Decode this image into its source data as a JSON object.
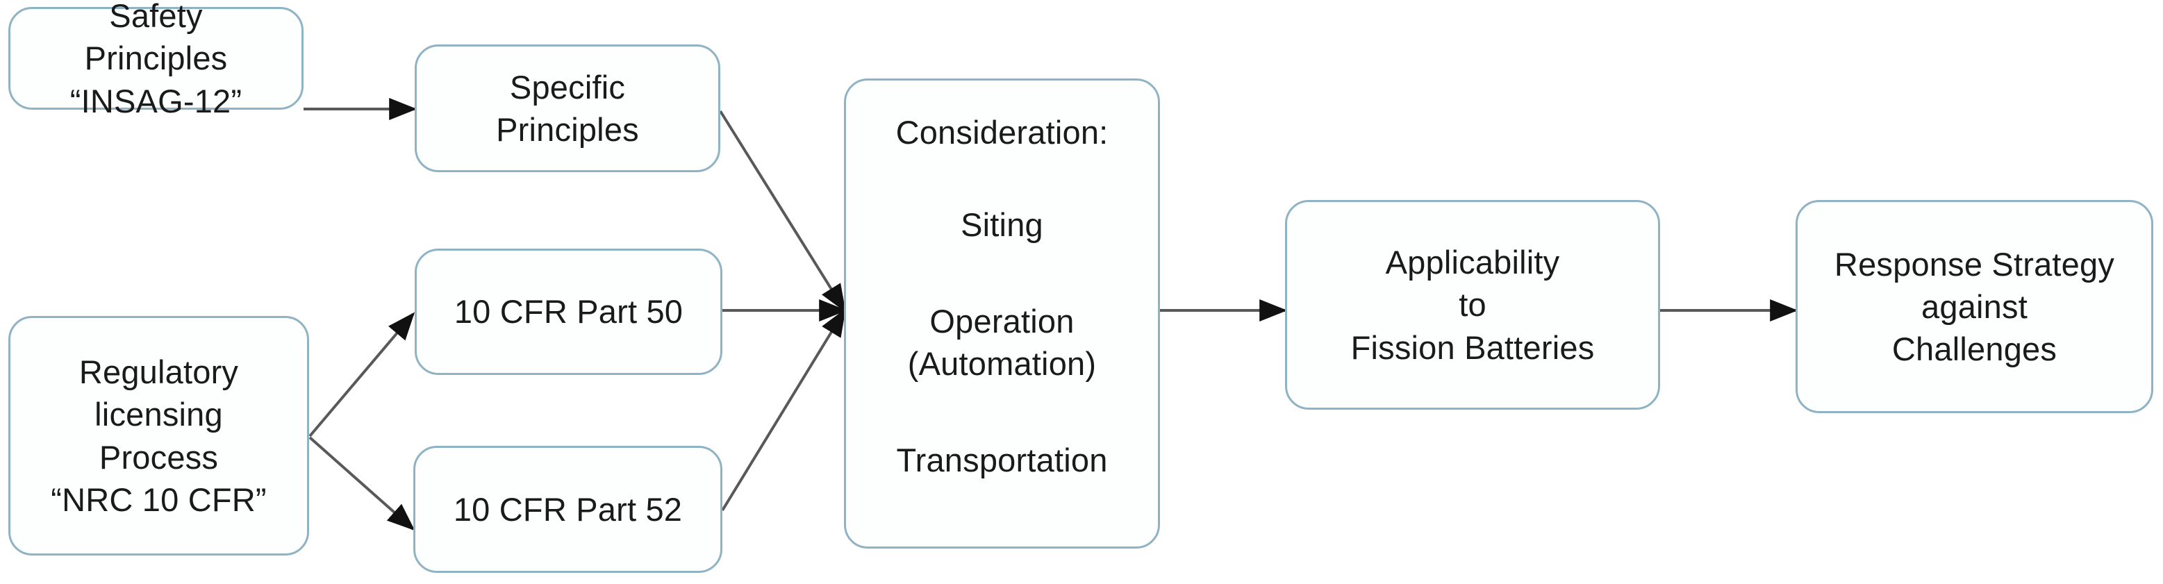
{
  "diagram": {
    "title": "Safety principles and regulatory licensing flow for fission batteries",
    "type": "flowchart",
    "direction": "left-to-right",
    "colors": {
      "node_border": "#8fb3c4",
      "node_fill": "#fdfefe",
      "edge_line": "#595959",
      "arrowhead": "#000000",
      "text": "#1a1a1a"
    },
    "nodes": [
      {
        "id": "safety-principles",
        "lines": [
          "Safety",
          "Principles",
          "“INSAG-12”"
        ]
      },
      {
        "id": "specific-principles",
        "lines": [
          "Specific",
          "Principles"
        ]
      },
      {
        "id": "regulatory-process",
        "lines": [
          "Regulatory",
          "licensing",
          "Process",
          "“NRC 10 CFR”"
        ]
      },
      {
        "id": "cfr-part-50",
        "lines": [
          "10 CFR Part 50"
        ]
      },
      {
        "id": "cfr-part-52",
        "lines": [
          "10 CFR Part 52"
        ]
      },
      {
        "id": "consideration",
        "lines": [
          "Consideration:",
          "Siting",
          "Operation",
          "(Automation)",
          "Transportation"
        ]
      },
      {
        "id": "applicability",
        "lines": [
          "Applicability",
          "to",
          "Fission Batteries"
        ]
      },
      {
        "id": "response-strategy",
        "lines": [
          "Response Strategy",
          "against",
          "Challenges"
        ]
      }
    ],
    "edges": [
      {
        "id": "e1",
        "from": "safety-principles",
        "to": "specific-principles",
        "style": "arrow"
      },
      {
        "id": "e2",
        "from": "regulatory-process",
        "to": "cfr-part-50",
        "style": "arrow"
      },
      {
        "id": "e3",
        "from": "regulatory-process",
        "to": "cfr-part-52",
        "style": "arrow"
      },
      {
        "id": "e4",
        "from": "specific-principles",
        "to": "consideration",
        "style": "arrow"
      },
      {
        "id": "e5",
        "from": "cfr-part-50",
        "to": "consideration",
        "style": "arrow"
      },
      {
        "id": "e6",
        "from": "cfr-part-52",
        "to": "consideration",
        "style": "arrow"
      },
      {
        "id": "e7",
        "from": "consideration",
        "to": "applicability",
        "style": "arrow"
      },
      {
        "id": "e8",
        "from": "applicability",
        "to": "response-strategy",
        "style": "arrow"
      }
    ]
  }
}
